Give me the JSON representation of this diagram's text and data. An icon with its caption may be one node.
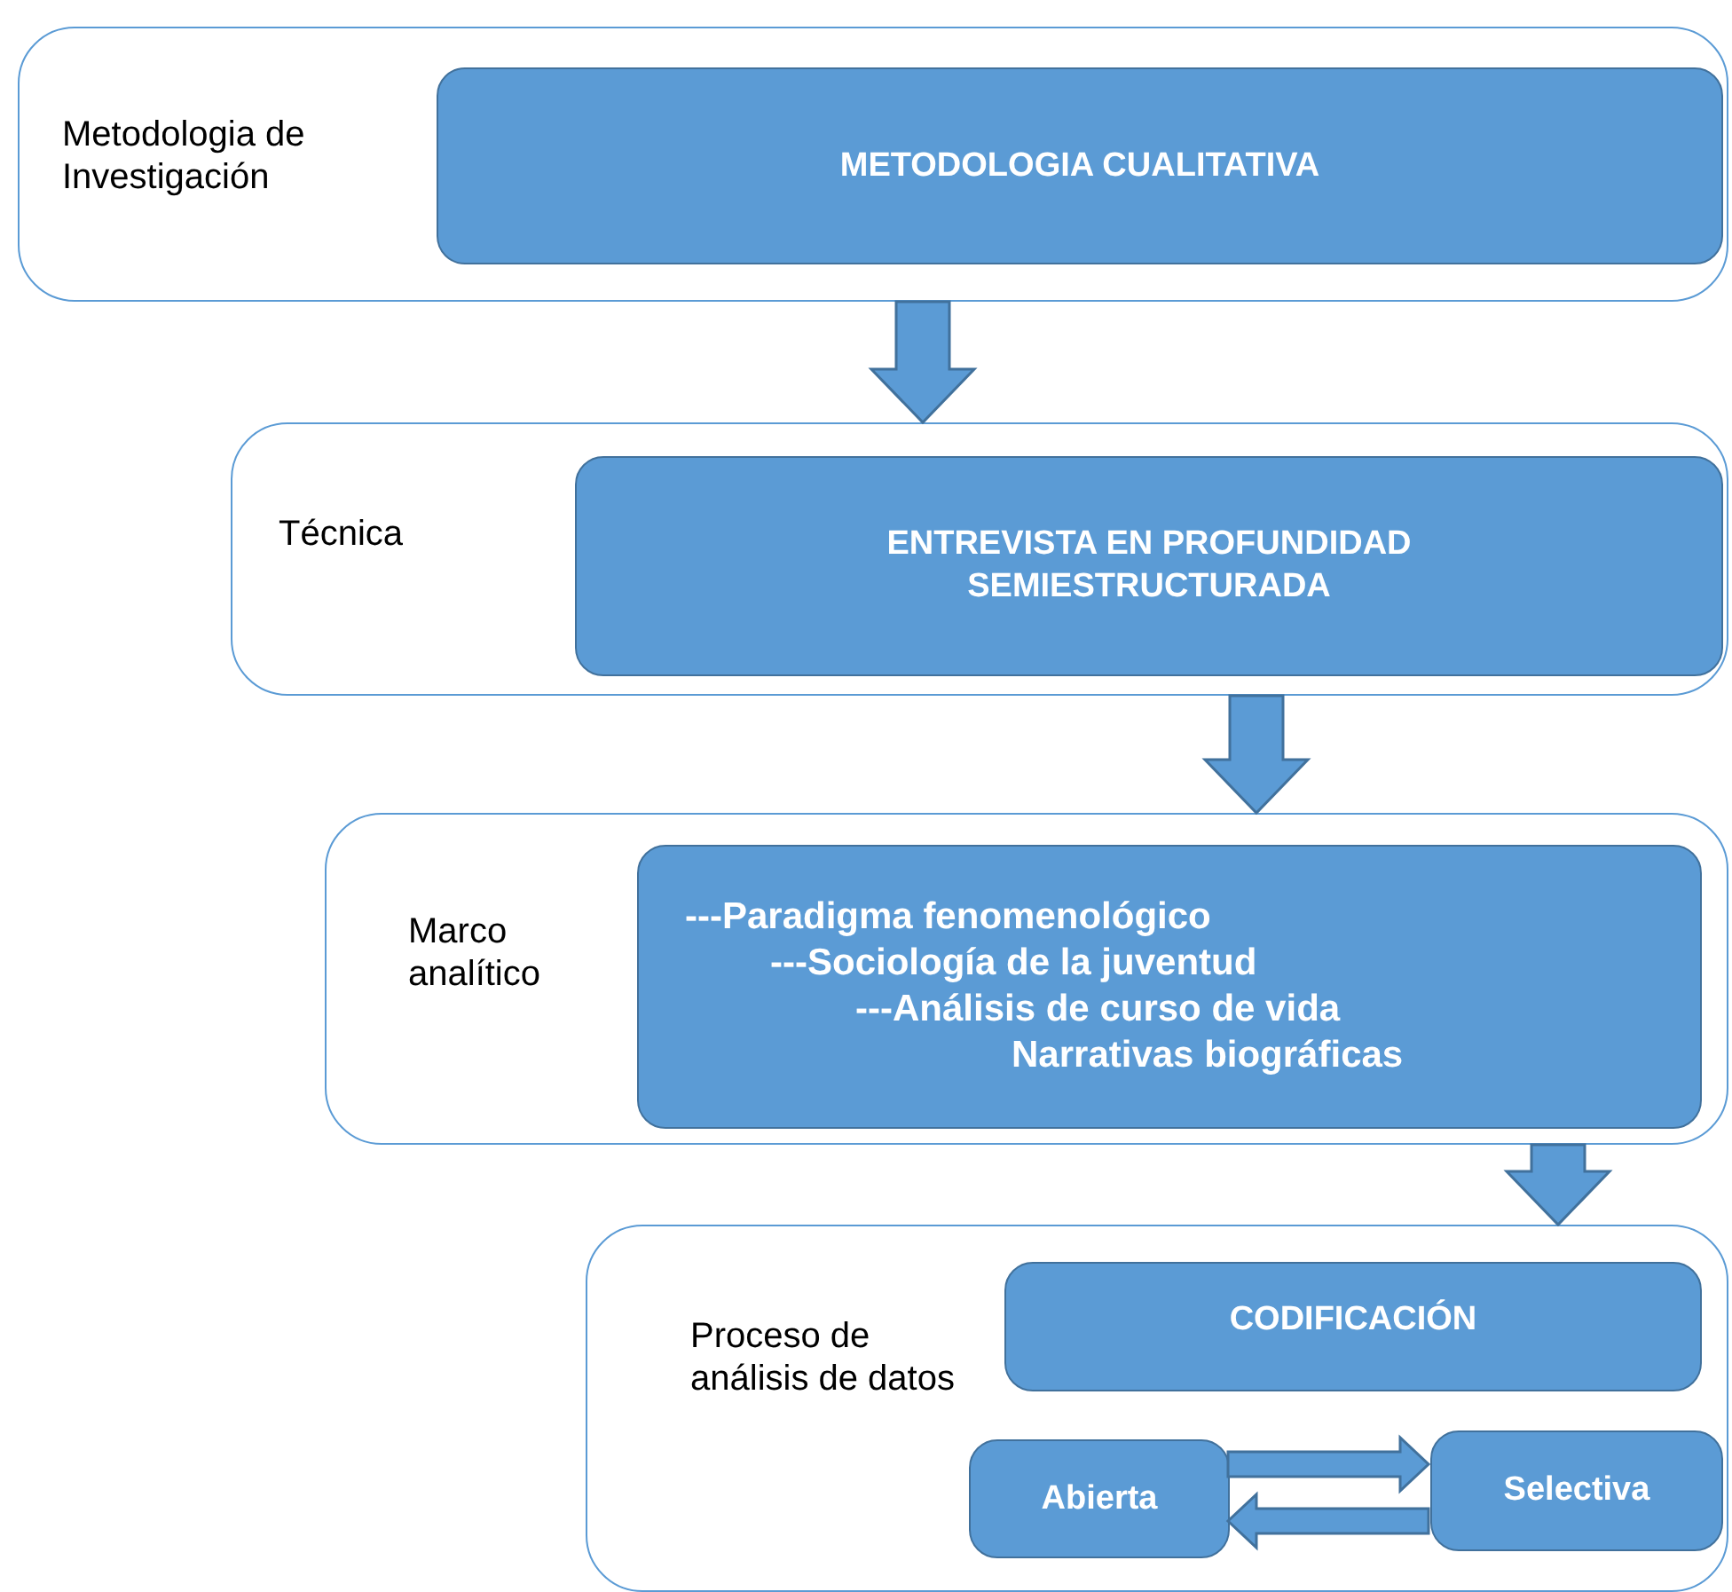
{
  "diagram": {
    "nodes": [
      {
        "text": [
          "Metodologia de Investigación"
        ]
      },
      {
        "text": [
          "METODOLOGIA  CUALITATIVA"
        ],
        "in": 0
      },
      {
        "text": [
          "Técnica"
        ]
      },
      {
        "text": [
          "ENTREVISTA  EN PROFUNDIDAD  SEMIESTRUCTURADA"
        ],
        "in": 2
      },
      {
        "text": [
          "Marco analítico"
        ]
      },
      {
        "text": [
          "---Paradigma fenomenológico",
          "---Sociología de la juventud",
          "---Análisis de curso de vida",
          "Narrativas biográficas"
        ],
        "in": 4
      },
      {
        "text": [
          "Proceso de análisis de datos"
        ]
      },
      {
        "text": [
          "CODIFICACIÓN"
        ],
        "in": 6
      },
      {
        "text": [
          "Abierta"
        ],
        "in": 6
      },
      {
        "text": [
          "Selectiva"
        ],
        "in": 6
      }
    ],
    "edges": [
      {
        "from": 0,
        "to": 2,
        "arrow": "to",
        "style": "thick"
      },
      {
        "from": 2,
        "to": 4,
        "arrow": "to",
        "style": "thick"
      },
      {
        "from": 4,
        "to": 6,
        "arrow": "to",
        "style": "thick"
      },
      {
        "from": 8,
        "to": 9,
        "arrow": "to",
        "style": "thick"
      },
      {
        "from": 9,
        "to": 8,
        "arrow": "to",
        "style": "thick"
      }
    ]
  }
}
